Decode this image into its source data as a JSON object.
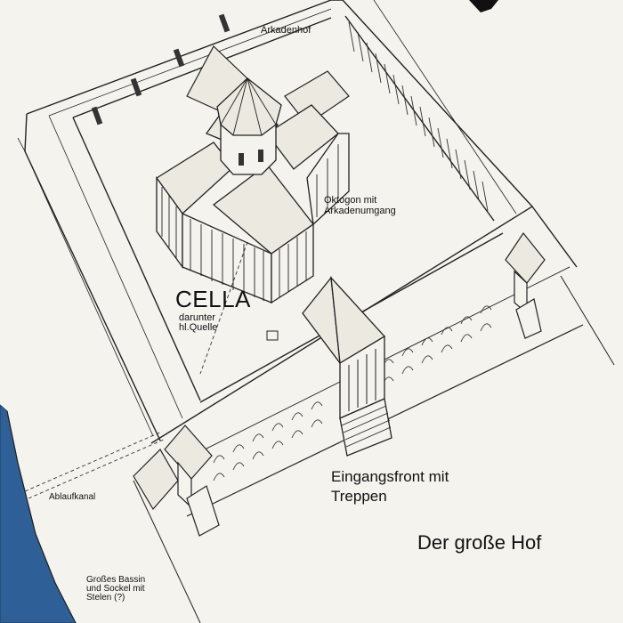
{
  "labels": {
    "arkadenhof": "Arkadenhof",
    "oktogon": [
      "Oktogon mit",
      "Arkadenumgang"
    ],
    "cella_title": "CELLA",
    "cella_sub": [
      "darunter",
      "hl.Quelle"
    ],
    "eingangsfront": [
      "Eingangsfront mit",
      "Treppen"
    ],
    "grosse_hof": "Der große Hof",
    "ablaufkanal": "Ablaufkanal",
    "bassin": [
      "Großes Bassin",
      "und Sockel mit",
      "Stelen (?)"
    ]
  },
  "colors": {
    "paper": "#f4f3ee",
    "ink": "#222222",
    "roof_fill": "#ece9e1",
    "water": "#2f5f97",
    "corner_mark": "#111111"
  }
}
